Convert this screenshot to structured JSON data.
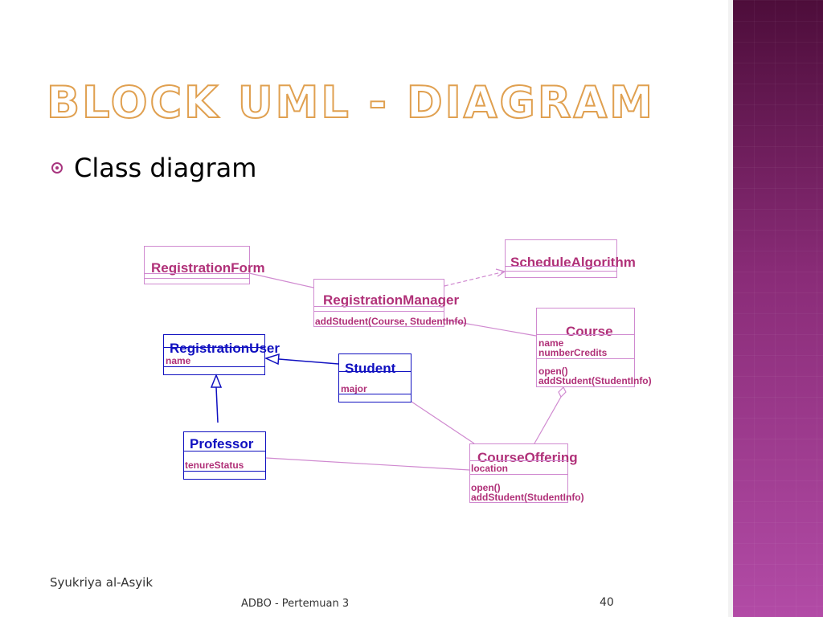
{
  "slide": {
    "title": "BLOCK UML - DIAGRAM",
    "bullet": "Class diagram",
    "author": "Syukriya  al-Asyik",
    "course": "ADBO - Pertemuan 3",
    "page_number": "40"
  },
  "colors": {
    "title_outline": "#e0a050",
    "pink_line": "#d08ad0",
    "pink_text": "#b03078",
    "blue_line": "#1010c0",
    "sidebar_top": "#4d0d3a",
    "sidebar_bottom": "#b24ba6"
  },
  "classes": {
    "registration_form": {
      "name": "RegistrationForm",
      "attributes": [],
      "operations": []
    },
    "schedule_algorithm": {
      "name": "ScheduleAlgorithm",
      "attributes": [],
      "operations": []
    },
    "registration_manager": {
      "name": "RegistrationManager",
      "attributes": [],
      "operations": [
        "addStudent(Course, StudentInfo)"
      ]
    },
    "course": {
      "name": "Course",
      "attributes": [
        "name",
        "numberCredits"
      ],
      "operations": [
        "open()",
        "addStudent(StudentInfo)"
      ]
    },
    "registration_user": {
      "name": "RegistrationUser",
      "attributes": [
        "name"
      ],
      "operations": []
    },
    "student": {
      "name": "Student",
      "attributes": [
        "major"
      ],
      "operations": []
    },
    "professor": {
      "name": "Professor",
      "attributes": [
        "tenureStatus"
      ],
      "operations": []
    },
    "course_offering": {
      "name": "CourseOffering",
      "attributes": [
        "location"
      ],
      "operations": [
        "open()",
        "addStudent(StudentInfo)"
      ]
    }
  }
}
